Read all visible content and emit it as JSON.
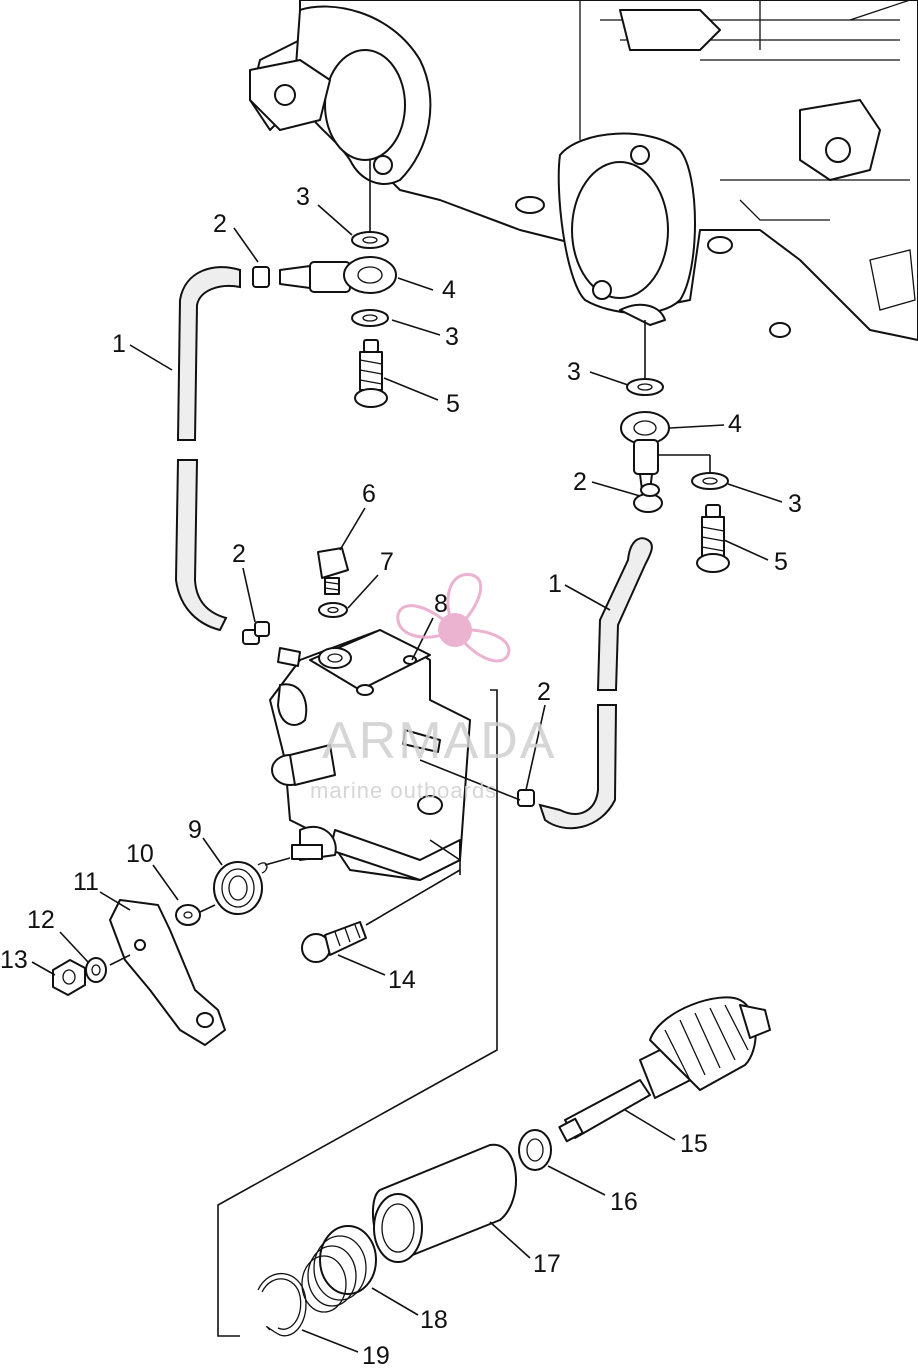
{
  "watermark": {
    "brand": "ARMADA",
    "tagline": "marine outboards",
    "accent_color": "#e8a6c8",
    "icon": "propeller-logo-icon"
  },
  "callouts": [
    {
      "id": "c1a",
      "label": "1"
    },
    {
      "id": "c1b",
      "label": "1"
    },
    {
      "id": "c2a",
      "label": "2"
    },
    {
      "id": "c2b",
      "label": "2"
    },
    {
      "id": "c2c",
      "label": "2"
    },
    {
      "id": "c2d",
      "label": "2"
    },
    {
      "id": "c3a",
      "label": "3"
    },
    {
      "id": "c3b",
      "label": "3"
    },
    {
      "id": "c3c",
      "label": "3"
    },
    {
      "id": "c3d",
      "label": "3"
    },
    {
      "id": "c4a",
      "label": "4"
    },
    {
      "id": "c4b",
      "label": "4"
    },
    {
      "id": "c5a",
      "label": "5"
    },
    {
      "id": "c5b",
      "label": "5"
    },
    {
      "id": "c6",
      "label": "6"
    },
    {
      "id": "c7",
      "label": "7"
    },
    {
      "id": "c8",
      "label": "8"
    },
    {
      "id": "c9",
      "label": "9"
    },
    {
      "id": "c10",
      "label": "10"
    },
    {
      "id": "c11",
      "label": "11"
    },
    {
      "id": "c12",
      "label": "12"
    },
    {
      "id": "c13",
      "label": "13"
    },
    {
      "id": "c14",
      "label": "14"
    },
    {
      "id": "c15",
      "label": "15"
    },
    {
      "id": "c16",
      "label": "16"
    },
    {
      "id": "c17",
      "label": "17"
    },
    {
      "id": "c18",
      "label": "18"
    },
    {
      "id": "c19",
      "label": "19"
    }
  ]
}
